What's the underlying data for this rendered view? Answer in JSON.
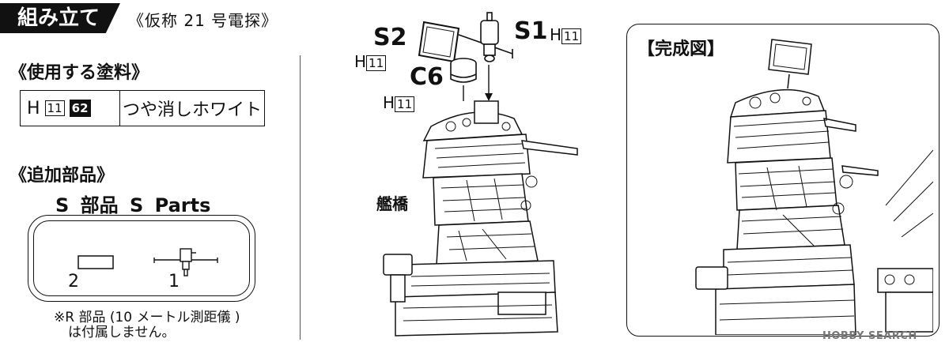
{
  "header": {
    "title": "組み立て",
    "subtitle": "《仮称 21 号電探》"
  },
  "paints": {
    "title": "《使用する塗料》",
    "prefix": "H",
    "code": "11",
    "number": "62",
    "name": "つや消しホワイト"
  },
  "extra_parts": {
    "title": "《追加部品》",
    "heading": "S 部品  S Parts",
    "part_numbers": [
      "2",
      "1"
    ]
  },
  "footnote": {
    "line1": "※R 部品 (10 メートル測距儀 )",
    "line2": "は付属しません。"
  },
  "assembly": {
    "s2": "S2",
    "s1": "S1",
    "c6": "C6",
    "paint_prefix": "H",
    "paint_code": "11",
    "bridge_label": "艦橋"
  },
  "completion": {
    "title": "【完成図】"
  },
  "watermark": "HOBBY SEARCH"
}
